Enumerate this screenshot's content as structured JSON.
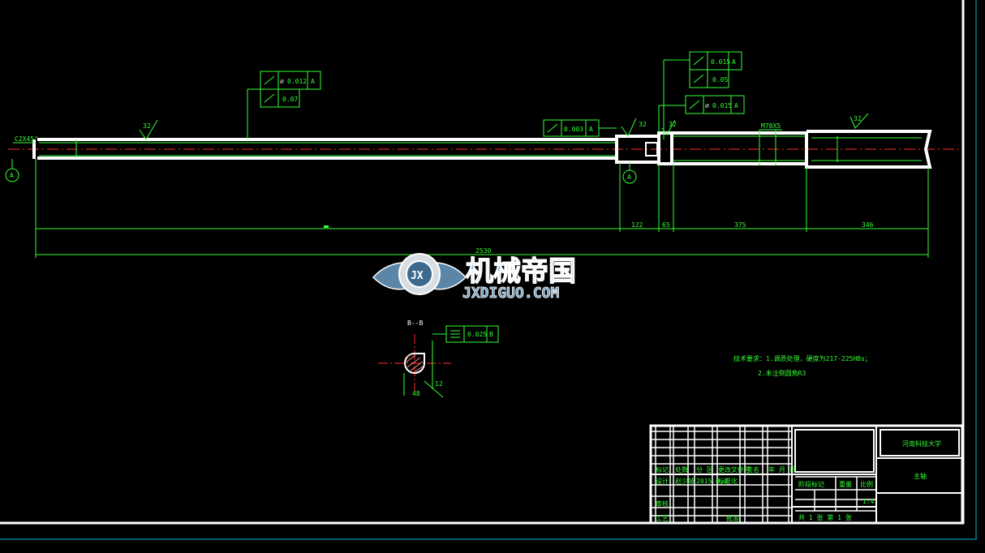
{
  "drawing": {
    "chamfer": "C2X45°",
    "datum_a": "A",
    "datum_b": "B",
    "roughness_mark": "32",
    "tolerance_frames": [
      {
        "name": "runout-left",
        "value": "0.012",
        "datum": "A",
        "value2": "0.07"
      },
      {
        "name": "runout-mid",
        "value": "0.003",
        "datum": "A"
      },
      {
        "name": "runout-top",
        "value": "0.015",
        "datum": "A",
        "value2": "0.05"
      },
      {
        "name": "runout-right",
        "value": "0.015",
        "datum": "A"
      }
    ],
    "thread": "M78X5",
    "dimensions": {
      "d122": "122",
      "d65": "65",
      "d375": "375",
      "d346": "346",
      "total": "2530"
    },
    "section_label": "B--B",
    "symmetry_frame": {
      "value": "0.025",
      "datum": "B"
    },
    "section_dims": {
      "d1": "48",
      "d2": "12"
    },
    "tech_requirements": {
      "line1": "技术要求：1.调质处理，硬度为217-225HBs；",
      "line2": "2.未注倒圆角R3"
    }
  },
  "title_block": {
    "school": "河南科技大学",
    "part_name": "主轴",
    "row_labels": {
      "mark": "标记",
      "count": "处数",
      "zone": "分 区",
      "doc": "更改文件号",
      "sign": "签名",
      "date": "年 月 日"
    },
    "design_row": {
      "label": "设计",
      "name": "赵少坡",
      "date": "2015.6.4",
      "std": "标准化"
    },
    "review": "审核",
    "process": "工艺",
    "approve": "批准",
    "stage_label": "阶段标记",
    "weight_label": "重量",
    "scale_label": "比例",
    "scale": "1:4",
    "sheets": "共 1 张   第 1 张"
  },
  "watermark": {
    "cn": "机械帝国",
    "en": "JXDIGUO.COM",
    "badge": "JX"
  }
}
